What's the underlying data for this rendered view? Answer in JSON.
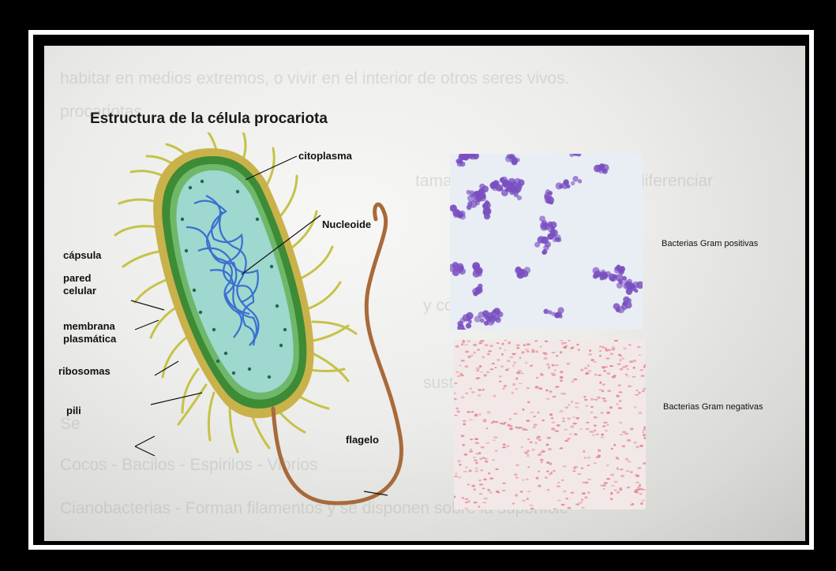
{
  "slide": {
    "title": "Estructura de la célula procariota",
    "background_text": [
      "habitar en medios extremos, o vivir en el interior de otros seres vivos.",
      "procariotas.",
      "tamaño por lo que se pueden diferenciar",
      "y consumir sustancias",
      "sustancias",
      "Se",
      "Cocos - Bacilos - Espirilos - Vibrios",
      "Cianobacterias - Forman filamentos y se disponen sobre la superficie"
    ]
  },
  "diagram": {
    "labels": {
      "citoplasma": "citoplasma",
      "nucleoide": "Nucleoide",
      "capsula": "cápsula",
      "pared_celular_1": "pared",
      "pared_celular_2": "celular",
      "membrana_1": "membrana",
      "membrana_2": "plasmática",
      "ribosomas": "ribosomas",
      "pili": "pili",
      "flagelo": "flagelo"
    },
    "colors": {
      "capsule": "#c9b24a",
      "wall": "#3e8b36",
      "cytoplasm": "#9ed8cf",
      "dna": "#3a6fd1",
      "flagellum": "#a86a3a",
      "pili": "#c8c34a"
    }
  },
  "micrographs": {
    "gram_positive_label": "Bacterias Gram positivas",
    "gram_negative_label": "Bacterias Gram negativas",
    "colors": {
      "positive_stain": "#7a4fc0",
      "negative_stain": "#e07a86"
    }
  }
}
